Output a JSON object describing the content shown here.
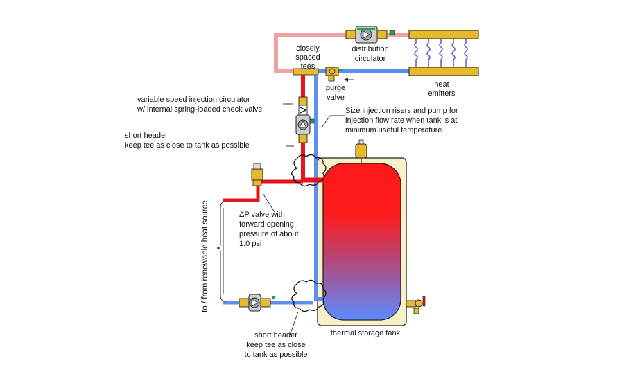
{
  "colors": {
    "hot_pipe": "#e8141b",
    "cold_pipe": "#5b8ff0",
    "warm_pipe": "#f2a0a0",
    "brass": "#e7b92d",
    "tank_jacket": "#f7f0c8",
    "tank_hot": "#ff1a1a",
    "tank_cold": "#5b8cff"
  },
  "labels": {
    "closely_spaced_tees": [
      "closely",
      "spaced",
      "tees"
    ],
    "distribution_circulator": [
      "distribution",
      "circulator"
    ],
    "heat_emitters": [
      "heat",
      "emitters"
    ],
    "purge_valve": [
      "purge",
      "valve"
    ],
    "injection_circulator": [
      "variable speed injection circulator",
      "w/ internal spring-loaded check valve"
    ],
    "injection_note": [
      "Size injection risers and pump for",
      "injection flow rate when tank is at",
      "minimum useful temperature."
    ],
    "short_header_top": [
      "short header",
      "keep tee as close to tank as possible"
    ],
    "dp_valve": [
      "ΔP valve with",
      "forward opening",
      "pressure of about",
      "1.0 psi"
    ],
    "heat_source": "to / from renewable heat source",
    "short_header_bottom": [
      "short header",
      "keep tee as close",
      "to tank as possible"
    ],
    "thermal_storage_tank": "thermal storage tank"
  },
  "icons": [
    "circulator-pump-icon",
    "check-valve-icon",
    "air-vent-icon",
    "ball-valve-icon",
    "manifold-icon"
  ]
}
